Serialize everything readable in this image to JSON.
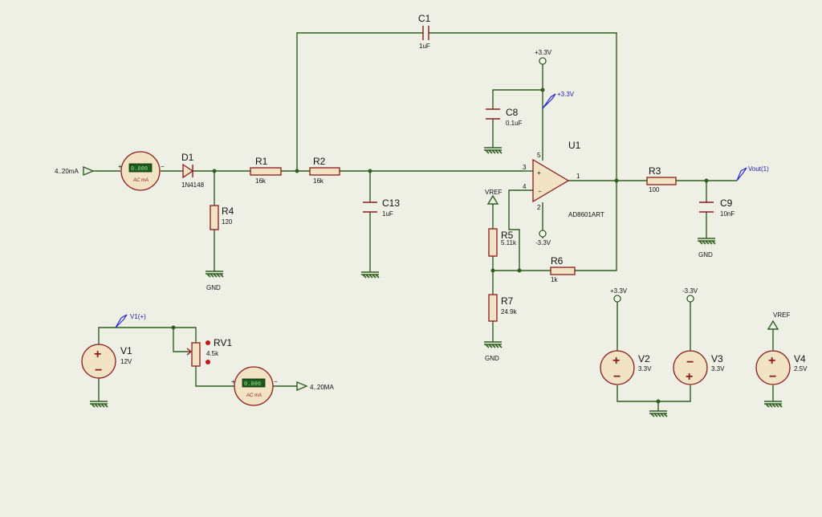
{
  "components": {
    "c1": {
      "ref": "C1",
      "value": "1uF"
    },
    "c8": {
      "ref": "C8",
      "value": "0.1uF"
    },
    "c13": {
      "ref": "C13",
      "value": "1uF"
    },
    "c9": {
      "ref": "C9",
      "value": "10nF"
    },
    "d1": {
      "ref": "D1",
      "value": "1N4148"
    },
    "r1": {
      "ref": "R1",
      "value": "16k"
    },
    "r2": {
      "ref": "R2",
      "value": "16k"
    },
    "r3": {
      "ref": "R3",
      "value": "100"
    },
    "r4": {
      "ref": "R4",
      "value": "120"
    },
    "r5": {
      "ref": "R5",
      "value": "5.11k"
    },
    "r6": {
      "ref": "R6",
      "value": "1k"
    },
    "r7": {
      "ref": "R7",
      "value": "24.9k"
    },
    "rv1": {
      "ref": "RV1",
      "value": "4.5k"
    },
    "u1": {
      "ref": "U1",
      "value": "AD8601ART",
      "pins": {
        "p3": "3",
        "p4": "4",
        "p5": "5",
        "p2": "2",
        "p1": "1"
      }
    },
    "v1": {
      "ref": "V1",
      "value": "12V"
    },
    "v2": {
      "ref": "V2",
      "value": "3.3V"
    },
    "v3": {
      "ref": "V3",
      "value": "3.3V"
    },
    "v4": {
      "ref": "V4",
      "value": "2.5V"
    },
    "meter1": {
      "label": "AC mA"
    },
    "meter2": {
      "label": "AC mA"
    }
  },
  "nets": {
    "in_terminal": "4..20mA",
    "out_terminal": "4..20MA",
    "u1_vpos": "+3.3V",
    "u1_vneg": "-3.3V",
    "vref_top": "VREF",
    "v2_rail": "+3.3V",
    "v3_rail": "-3.3V",
    "v4_rail": "VREF",
    "gnd_r4": "GND",
    "gnd_r7": "GND",
    "gnd_c9": "GND"
  },
  "probes": {
    "p_vcc": "+3.3V",
    "p_vout": "Vout(1)",
    "p_v1": "V1(+)"
  },
  "signs": {
    "plus": "+",
    "minus": "−"
  },
  "colors": {
    "wire": "#2f5e1e",
    "component": "#8b1a1a",
    "fill": "#f2e3c4",
    "probe": "#2a2acf",
    "background": "#eef0e6"
  }
}
